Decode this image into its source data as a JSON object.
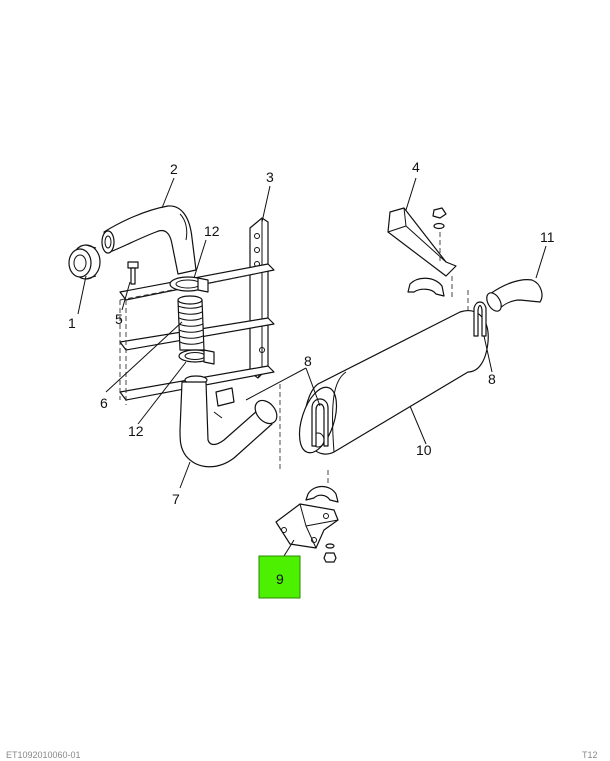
{
  "callouts": {
    "c1": "1",
    "c2": "2",
    "c3": "3",
    "c4": "4",
    "c5": "5",
    "c6": "6",
    "c7": "7",
    "c8a": "8",
    "c8b": "8",
    "c9": "9",
    "c10": "10",
    "c11": "11",
    "c12a": "12",
    "c12b": "12"
  },
  "highlight": {
    "label": "9",
    "color": "#4cf000"
  },
  "footer": {
    "left": "ET1092010060-01",
    "right": "T12"
  }
}
